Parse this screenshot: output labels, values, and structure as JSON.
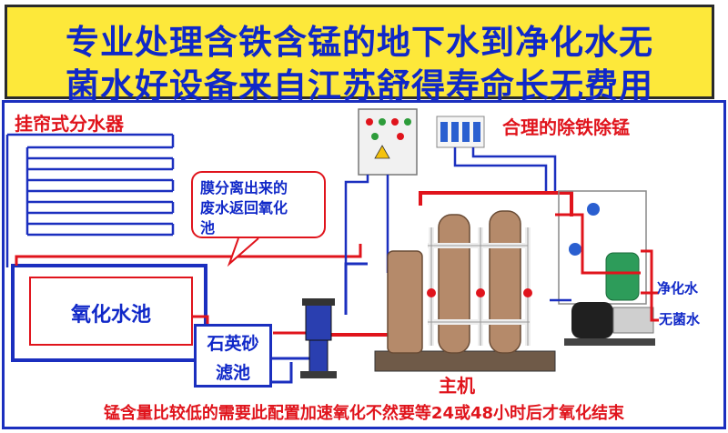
{
  "banner": {
    "line1": "专业处理含铁含锰的地下水到净化水无",
    "line2": "菌水好设备来自江苏舒得寿命长无费用"
  },
  "labels": {
    "distributor": "挂帘式分水器",
    "removal": "合理的除铁除锰",
    "callout": [
      "膜分离出来的",
      "废水返回氧化",
      "池"
    ],
    "oxidation_pool": "氧化水池",
    "sand_filter": [
      "石英砂",
      "滤池"
    ],
    "main_unit": "主机",
    "purified": "净化水",
    "sterile": "无菌水",
    "footer": "锰含量比较低的需要此配置加速氧化不然要等24或48小时后才氧化结束"
  },
  "colors": {
    "banner_bg": "#fde83a",
    "title_blue": "#1028c8",
    "frame_blue": "#1b2fbf",
    "pipe_red": "#e0141c",
    "pipe_blue": "#1b2fbf",
    "tank_bronze": "#b58a6a",
    "pvc_white": "#eeeeee"
  },
  "icons": [
    "pump-icon",
    "control-box-icon",
    "breaker-icon",
    "pressure-tank-icon",
    "booster-pump-icon"
  ]
}
